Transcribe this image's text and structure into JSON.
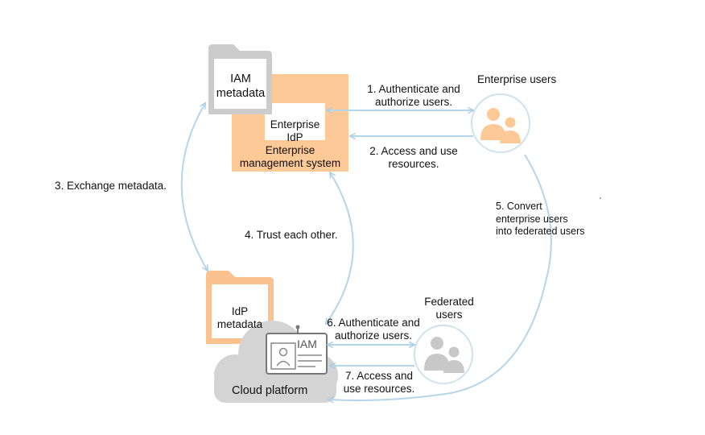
{
  "nodes": {
    "iam_metadata": {
      "line1": "IAM",
      "line2": "metadata"
    },
    "enterprise_idp": {
      "line1": "Enterprise",
      "line2": "IdP"
    },
    "enterprise_mgmt": {
      "line1": "Enterprise",
      "line2": "management system"
    },
    "enterprise_users": {
      "label": "Enterprise users"
    },
    "idp_metadata": {
      "line1": "IdP",
      "line2": "metadata"
    },
    "iam_badge": {
      "label": "IAM"
    },
    "cloud_platform": {
      "label": "Cloud platform"
    },
    "federated_users": {
      "line1": "Federated",
      "line2": "users"
    }
  },
  "steps": {
    "s1": {
      "line1": "1. Authenticate and",
      "line2": "authorize users."
    },
    "s2": {
      "line1": "2. Access and use",
      "line2": "resources."
    },
    "s3": {
      "label": "3. Exchange metadata."
    },
    "s4": {
      "label": "4. Trust each other."
    },
    "s5": {
      "line1": "5. Convert",
      "line2": "enterprise users",
      "line3": "into federated users"
    },
    "s6": {
      "line1": "6. Authenticate and",
      "line2": "authorize users."
    },
    "s7": {
      "line1": "7. Access and",
      "line2": "use resources."
    }
  },
  "colors": {
    "orange_fill": "#fdc996",
    "orange_outline": "#fbc18f",
    "gray_folder": "#cccccc",
    "arrow_blue": "#b5d6e9",
    "cloud_gray": "#d4d4d4",
    "user_gray": "#c8c8c8",
    "badge_gray": "#777777"
  }
}
